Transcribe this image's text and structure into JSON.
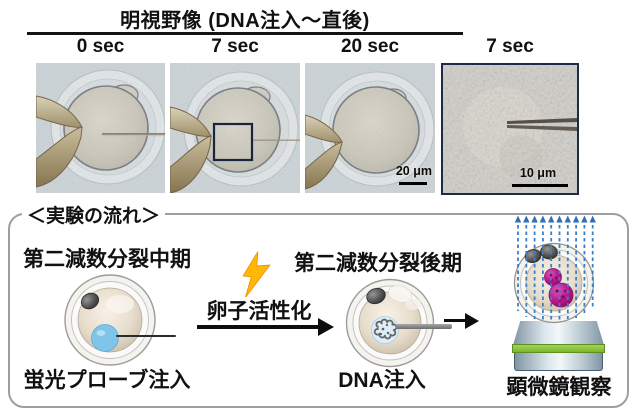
{
  "figure_title": "明視野像 (DNA注入〜直後)",
  "bright_field": {
    "panels": [
      {
        "label": "0 sec"
      },
      {
        "label": "7 sec"
      },
      {
        "label": "20 sec",
        "scale_bar": "20 μm"
      },
      {
        "label": "7 sec",
        "scale_bar": "10 μm"
      }
    ]
  },
  "flow": {
    "heading": "＜実験の流れ＞",
    "step1": {
      "title": "第二減数分裂中期",
      "caption": "蛍光プローブ注入"
    },
    "activation": {
      "label": "卵子活性化"
    },
    "step2": {
      "title": "第二減数分裂後期",
      "caption": "DNA注入"
    },
    "step3": {
      "caption": "顕微鏡観察"
    }
  },
  "colors": {
    "light_rays_blue": "#3b7fc4",
    "fluorescent_probe_blue": "#7ec5e8",
    "chromosome_magenta": "#bb1a91",
    "activation_bolt_orange": "#ffb708",
    "objective_green_band": "#8dc63f",
    "inset_border_navy": "#1d2b47",
    "egg_cytoplasm_beige": "#e7ddcc"
  }
}
